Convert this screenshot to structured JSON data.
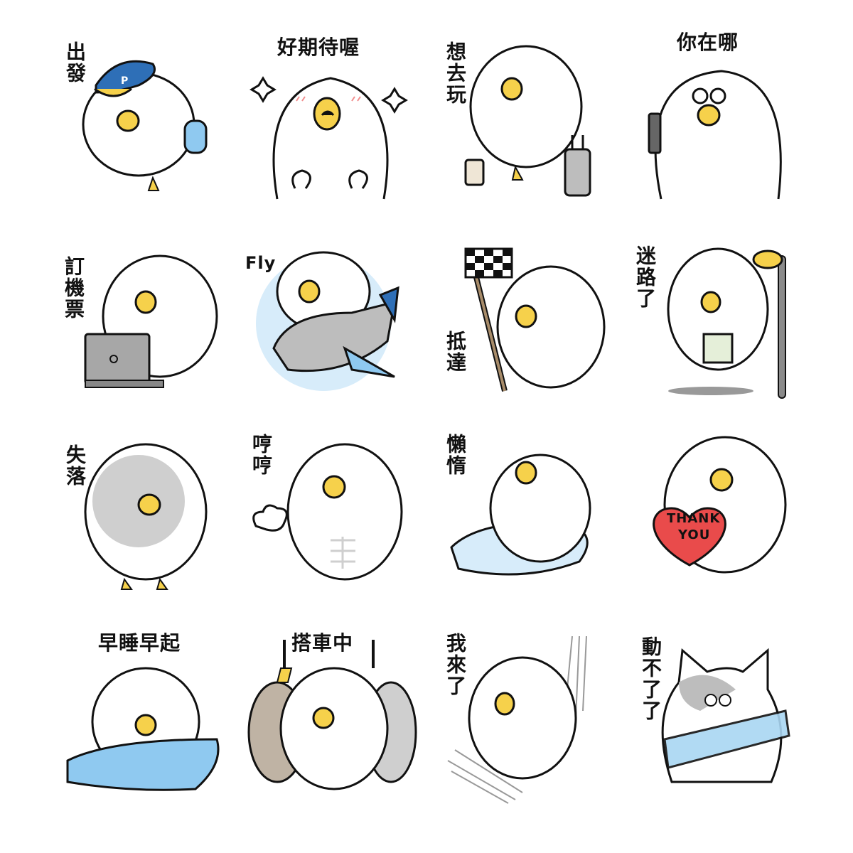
{
  "stickers": [
    {
      "caption": "出發",
      "icon": "duck-cap-water-bottle"
    },
    {
      "caption": "好期待喔",
      "icon": "duck-sparkles"
    },
    {
      "caption": "想去玩",
      "icon": "duck-suitcase"
    },
    {
      "caption": "你在哪",
      "icon": "duck-phone"
    },
    {
      "caption": "訂機票",
      "icon": "duck-laptop"
    },
    {
      "caption": "Fly",
      "icon": "duck-airplane"
    },
    {
      "caption": "抵達",
      "icon": "duck-checkered-flag"
    },
    {
      "caption": "迷路了",
      "icon": "duck-map-streetlamp"
    },
    {
      "caption": "失落",
      "icon": "duck-gloomy"
    },
    {
      "caption": "哼哼",
      "icon": "duck-muscle"
    },
    {
      "caption": "懶惰",
      "icon": "duck-lazy-mat"
    },
    {
      "caption": "",
      "heart_text": [
        "THANK",
        "YOU"
      ],
      "icon": "duck-heart"
    },
    {
      "caption": "早睡早起",
      "icon": "duck-sleep-blanket"
    },
    {
      "caption": "搭車中",
      "icon": "duck-train-handles"
    },
    {
      "caption": "我來了",
      "icon": "duck-speed-lines"
    },
    {
      "caption": "動不了了",
      "icon": "cat-taped"
    }
  ],
  "colors": {
    "beak": "#F6D14B",
    "outline": "#111111",
    "blue": "#8FC9F0",
    "cap": "#2E6FB7",
    "heart": "#E94B4B",
    "gray": "#CFCFCF"
  }
}
